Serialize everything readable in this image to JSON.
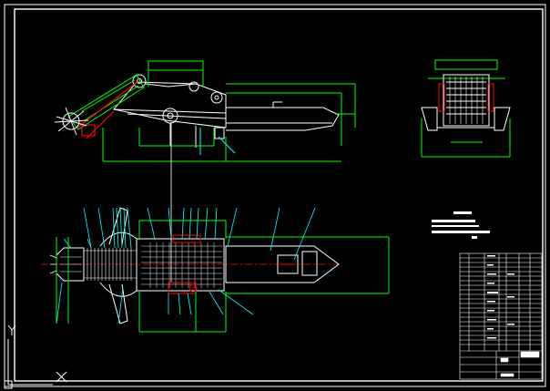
{
  "app": {
    "title": "",
    "kind": "CAD model space drawing"
  },
  "colors": {
    "background": "#000000",
    "white": "#ffffff",
    "green": "#00ff00",
    "cyan": "#00ffff",
    "yellow": "#ffff00",
    "red": "#ff0000",
    "magenta": "#ff00ff"
  },
  "ucs": {
    "x_label": "X",
    "y_label": "Y"
  },
  "drawing": {
    "views": [
      "side-elevation",
      "end-elevation",
      "plan-view"
    ],
    "title_block_present": true,
    "notes_block_present": true
  }
}
